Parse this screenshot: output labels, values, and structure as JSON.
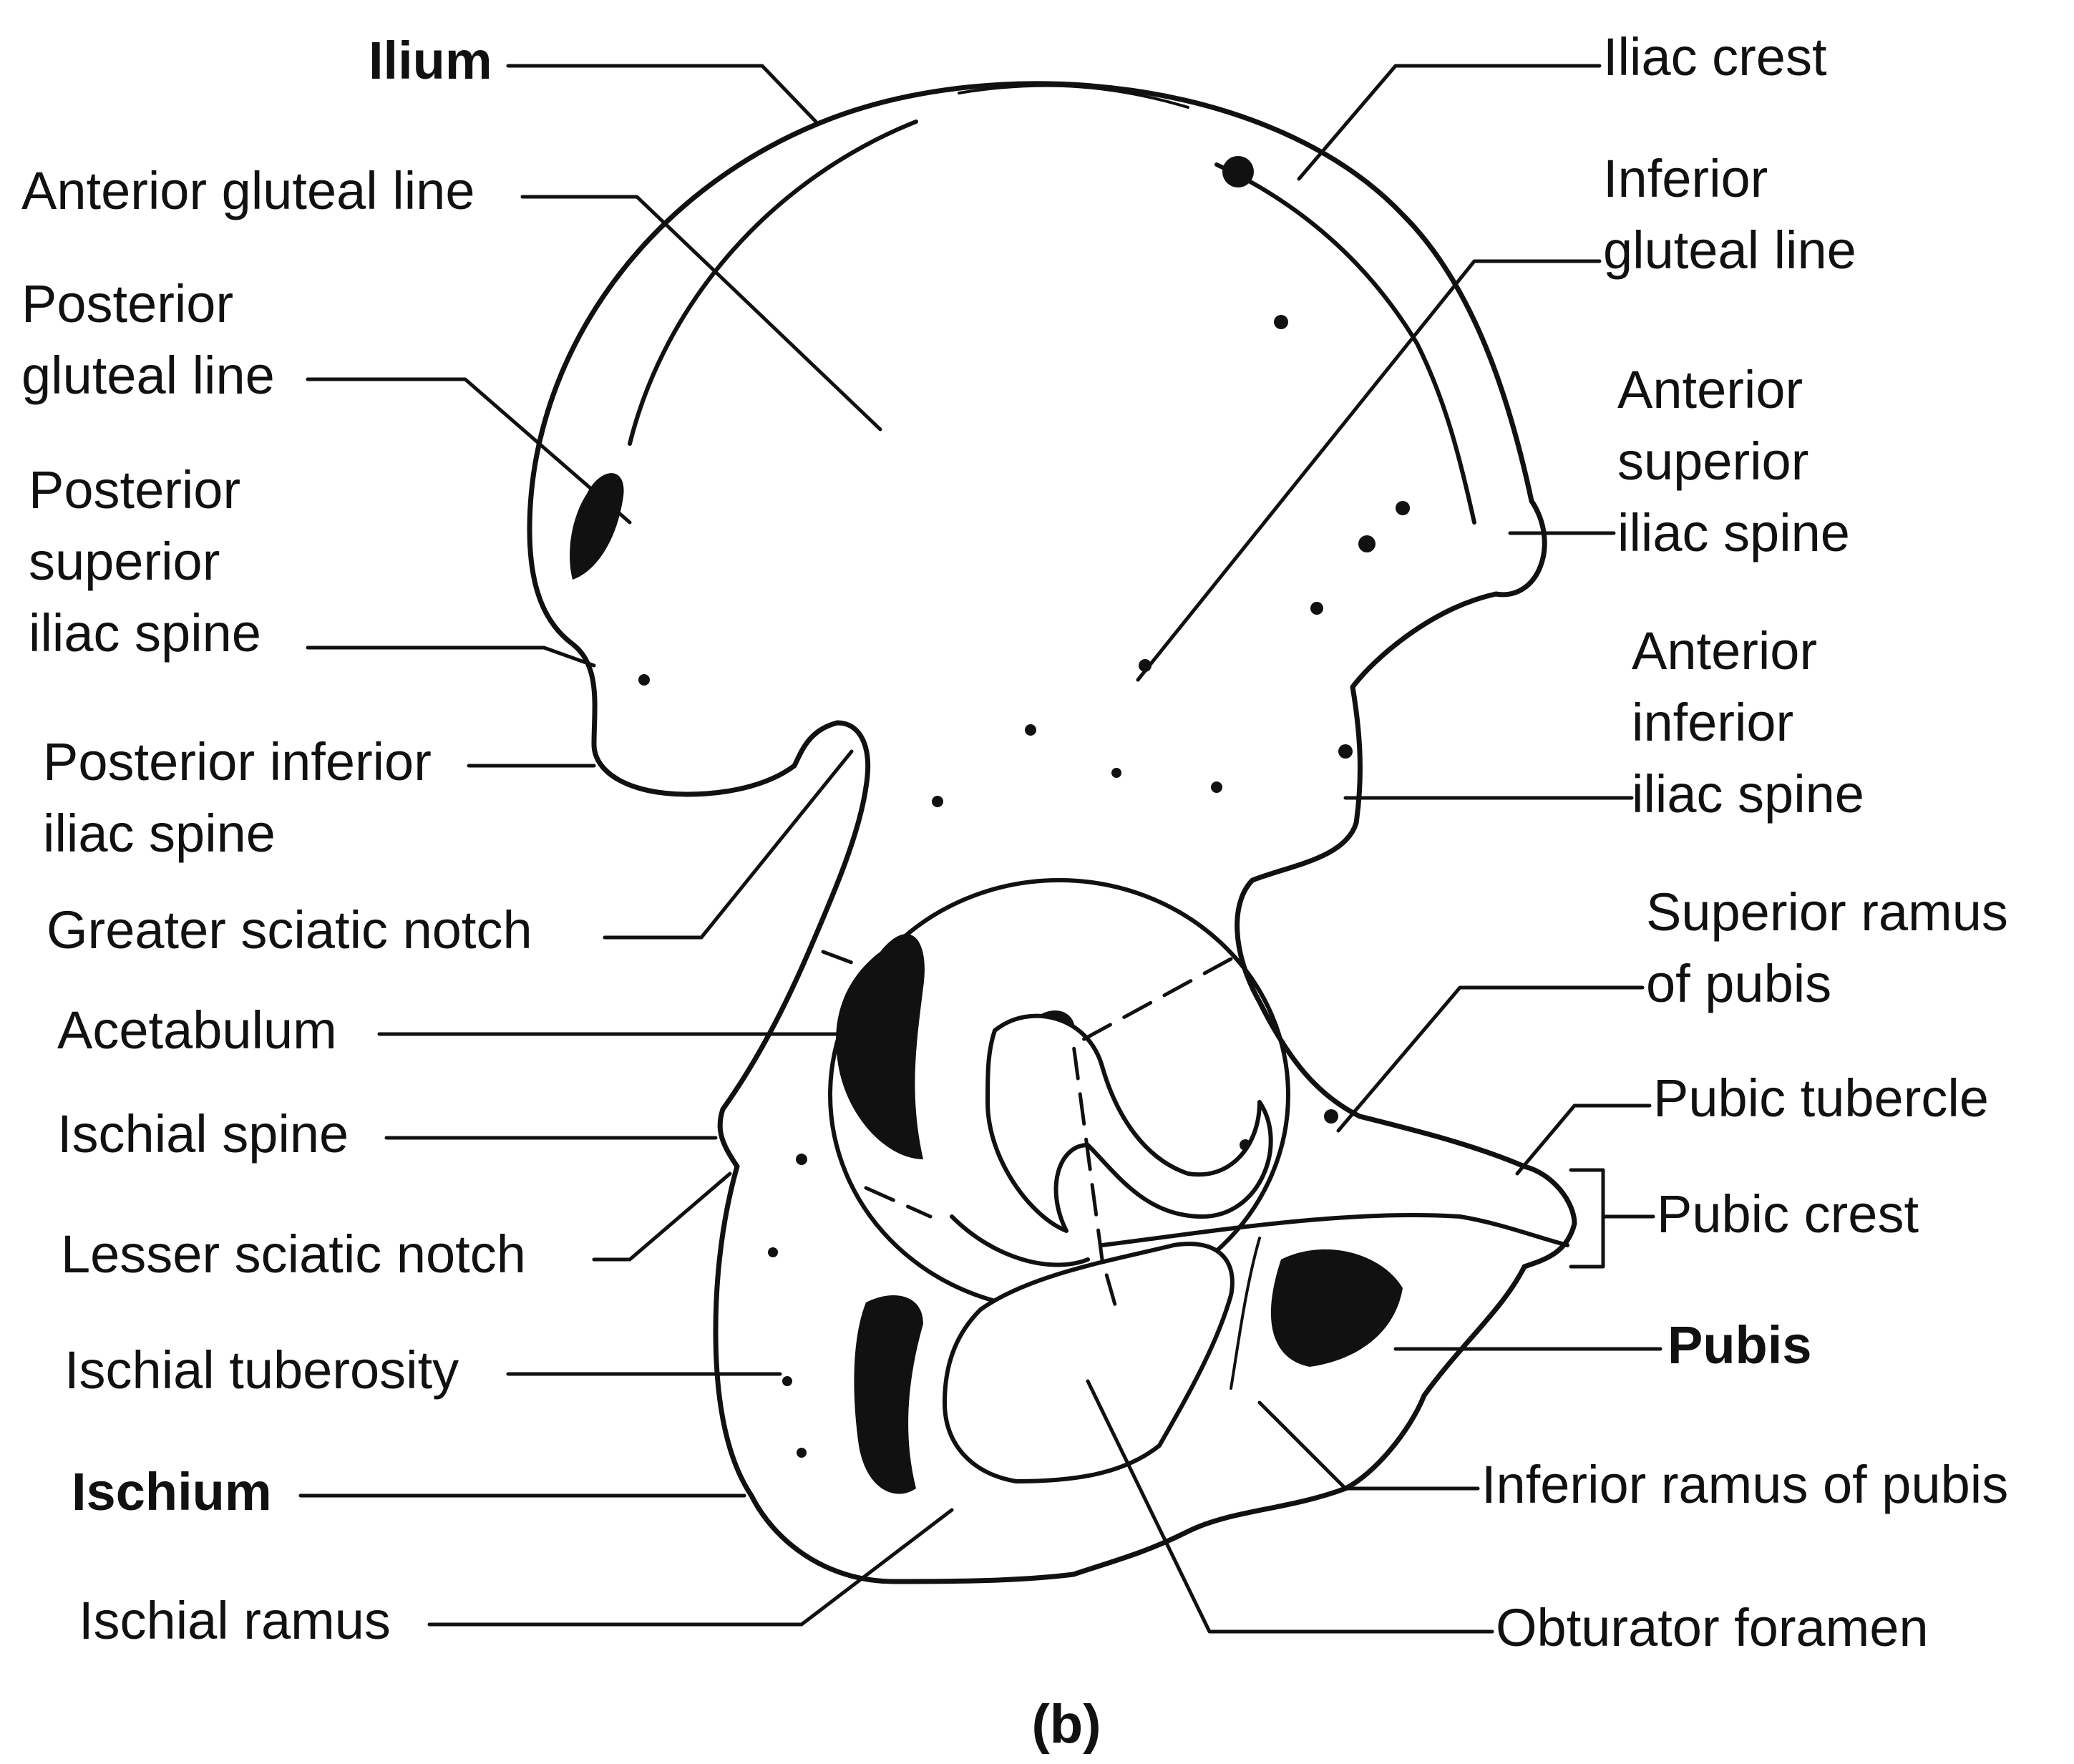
{
  "labels": {
    "ilium": "Ilium",
    "anterior_gluteal_line": "Anterior gluteal line",
    "posterior_gluteal_line": [
      "Posterior",
      "gluteal line"
    ],
    "posterior_superior_iliac_spine": [
      "Posterior",
      "superior",
      "iliac spine"
    ],
    "posterior_inferior_iliac_spine": [
      "Posterior inferior",
      "iliac spine"
    ],
    "greater_sciatic_notch": "Greater sciatic notch",
    "acetabulum": "Acetabulum",
    "ischial_spine": "Ischial spine",
    "lesser_sciatic_notch": "Lesser sciatic notch",
    "ischial_tuberosity": "Ischial tuberosity",
    "ischium": "Ischium",
    "ischial_ramus": "Ischial ramus",
    "iliac_crest": "Iliac crest",
    "inferior_gluteal_line": [
      "Inferior",
      "gluteal line"
    ],
    "anterior_superior_iliac_spine": [
      "Anterior",
      "superior",
      "iliac spine"
    ],
    "anterior_inferior_iliac_spine": [
      "Anterior",
      "inferior",
      "iliac spine"
    ],
    "superior_ramus_of_pubis": [
      "Superior ramus",
      "of pubis"
    ],
    "pubic_tubercle": "Pubic tubercle",
    "pubic_crest": "Pubic crest",
    "pubis": "Pubis",
    "inferior_ramus_of_pubis": "Inferior ramus of pubis",
    "obturator_foramen": "Obturator foramen"
  },
  "caption": "(b)"
}
